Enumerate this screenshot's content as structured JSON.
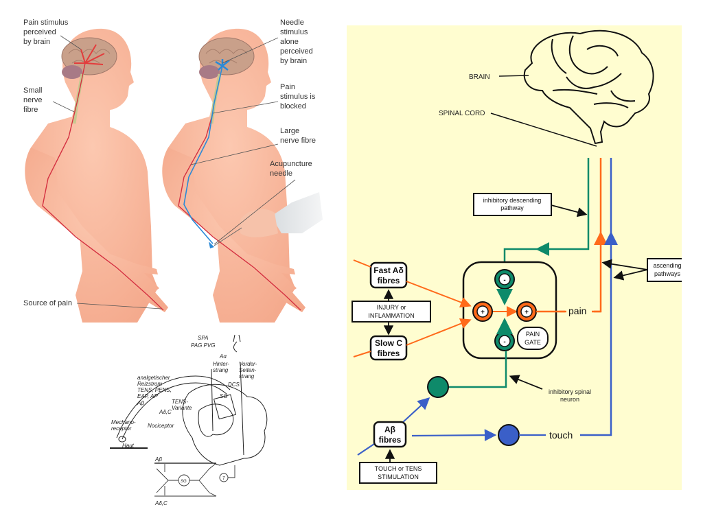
{
  "illustration_left": {
    "labels": {
      "pain_perceived": [
        "Pain stimulus",
        "perceived",
        "by brain"
      ],
      "small_fibre": [
        "Small",
        "nerve",
        "fibre"
      ],
      "source_of_pain": "Source of pain"
    }
  },
  "illustration_right": {
    "labels": {
      "needle_perceived": [
        "Needle",
        "stimulus",
        "alone",
        "perceived",
        "by brain"
      ],
      "pain_blocked": [
        "Pain",
        "stimulus is",
        "blocked"
      ],
      "large_fibre": [
        "Large",
        "nerve fibre"
      ],
      "acupuncture_needle": [
        "Acupuncture",
        "needle"
      ]
    }
  },
  "sketch": {
    "top_labels": [
      "SPA",
      "PAG  PVG",
      "Aα"
    ],
    "column_left": [
      "Hinter-",
      "strang"
    ],
    "column_right": [
      "Vorder-",
      "Seiten-",
      "strang"
    ],
    "dcs": "DCS",
    "sg": "SG",
    "stim_labels": [
      "analgetischer",
      "Reizstrom",
      "TENS, PENS,",
      "EAP, AP"
    ],
    "abeta": "Aβ",
    "adelta_c": "Aδ,C",
    "tens_variant": [
      "TENS-",
      "Variante"
    ],
    "mechanoreceptor": [
      "Mechano-",
      "receptor"
    ],
    "nociceptor": "Nociceptor",
    "skin": "Haut",
    "circuit": {
      "top": "Aβ",
      "bottom": "Aδ,C",
      "sg": "SG",
      "t": "T"
    }
  },
  "gate_diagram": {
    "background": "#fffdd0",
    "colors": {
      "inhibitory": "#0e8a6a",
      "pain": "#ff6a1a",
      "touch": "#3a5fc8"
    },
    "brain_label": "BRAIN",
    "spinal_cord_label": "SPINAL CORD",
    "descending_box": [
      "inhibitory descending",
      "pathway"
    ],
    "ascending_box": [
      "ascending",
      "pathways"
    ],
    "fast_fibres": [
      "Fast Aδ",
      "fibres"
    ],
    "slow_fibres": [
      "Slow C",
      "fibres"
    ],
    "injury_box": [
      "INJURY or",
      "INFLAMMATION"
    ],
    "gate_label": [
      "PAIN",
      "GATE"
    ],
    "minus": "-",
    "plus": "+",
    "pain_label": "pain",
    "touch_label": "touch",
    "inhibitory_neuron_label": [
      "inhibitory spinal",
      "neuron"
    ],
    "abeta_fibres": [
      "Aβ",
      "fibres"
    ],
    "tens_box": [
      "TOUCH or TENS",
      "STIMULATION"
    ]
  }
}
